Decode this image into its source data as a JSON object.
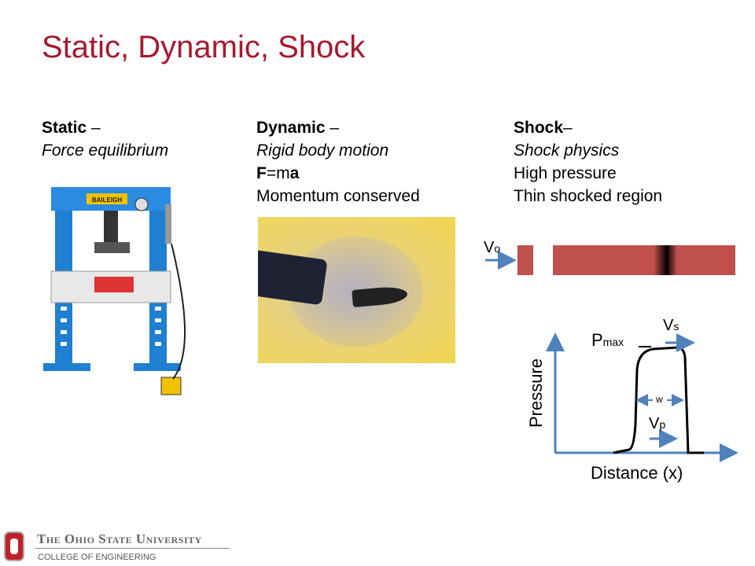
{
  "slide": {
    "title": "Static, Dynamic, Shock"
  },
  "columns": [
    {
      "heading": "Static",
      "dash": " –",
      "lines": [
        "Force equilibrium"
      ]
    },
    {
      "heading": "Dynamic",
      "dash": " –",
      "lines": [
        "Rigid body motion",
        "Momentum conserved"
      ],
      "formula": {
        "F": "F",
        "eq": "=m",
        "a": "a"
      }
    },
    {
      "heading": "Shock",
      "dash": "–",
      "lines": [
        "Shock physics",
        "High pressure",
        "Thin shocked region"
      ]
    }
  ],
  "diagram": {
    "v0": {
      "main": "V",
      "sub": "o"
    },
    "vs": {
      "main": "V",
      "sub": "s"
    },
    "vp": {
      "main": "V",
      "sub": "p"
    },
    "pmax": {
      "main": "P",
      "sub": "max"
    },
    "w": "w",
    "ylabel": "Pressure",
    "xlabel": "Distance (x)"
  },
  "press_label": "BAILEIGH",
  "footer": {
    "university": "The Ohio State University",
    "college": "COLLEGE OF ENGINEERING",
    "logo_letter": "O"
  },
  "colors": {
    "title": "#a6192e",
    "bar": "#c0504d",
    "arrow": "#4f81bd"
  }
}
